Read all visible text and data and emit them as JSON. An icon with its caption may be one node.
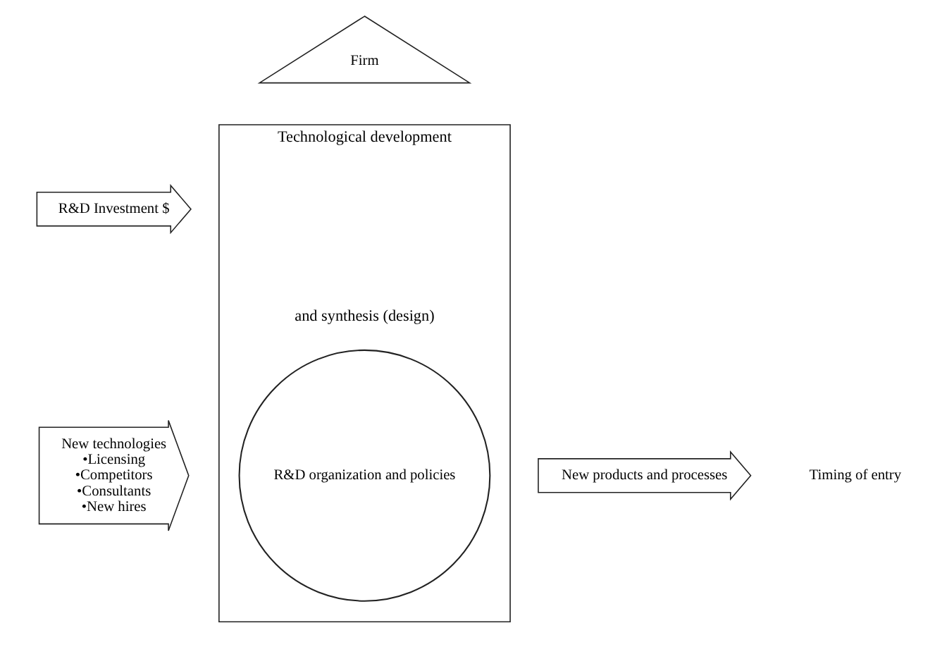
{
  "diagram": {
    "nodes": [
      {
        "text": [
          "Firm"
        ]
      },
      {
        "text": [
          "R&D Investment $"
        ]
      },
      {
        "text": [
          "Technological development",
          "and synthesis (design)"
        ]
      },
      {
        "text": [
          "R&D organization and policies"
        ],
        "in": 2
      },
      {
        "text": [
          "New technologies",
          "•Licensing",
          "•Competitors",
          "•Consultants",
          "•New hires"
        ]
      },
      {
        "text": [
          "New products and processes"
        ]
      }
    ],
    "labels": [
      "Timing of entry"
    ]
  }
}
